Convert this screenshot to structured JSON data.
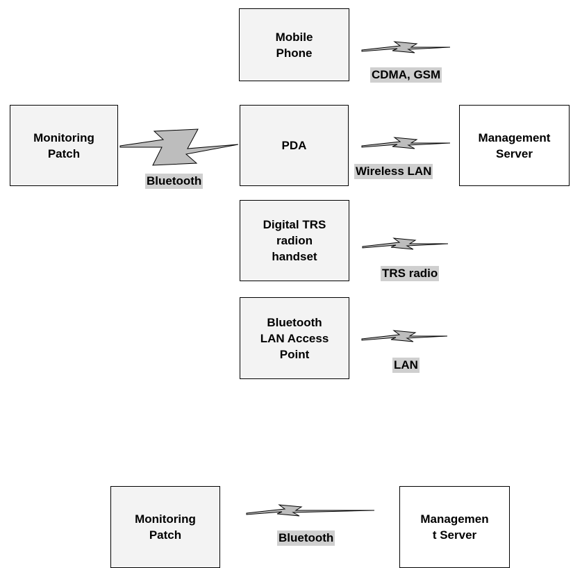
{
  "top_diagram": {
    "nodes": {
      "mobile_phone": "Mobile\nPhone",
      "monitoring_patch": "Monitoring\nPatch",
      "pda": "PDA",
      "management_server": "Management\nServer",
      "digital_trs": "Digital TRS\nradion\nhandset",
      "bluetooth_lan_ap": "Bluetooth\nLAN Access\nPoint"
    },
    "links": {
      "cdma_gsm": "CDMA, GSM",
      "bluetooth": "Bluetooth",
      "wireless_lan": "Wireless LAN",
      "trs_radio": "TRS radio",
      "lan": "LAN"
    }
  },
  "bottom_diagram": {
    "nodes": {
      "monitoring_patch": "Monitoring\nPatch",
      "management_server": "Managemen\nt Server"
    },
    "links": {
      "bluetooth": "Bluetooth"
    }
  },
  "colors": {
    "box_fill": "#f3f3f3",
    "label_fill": "#cfcfcf",
    "bolt_fill": "#bdbdbd",
    "stroke": "#000000"
  }
}
